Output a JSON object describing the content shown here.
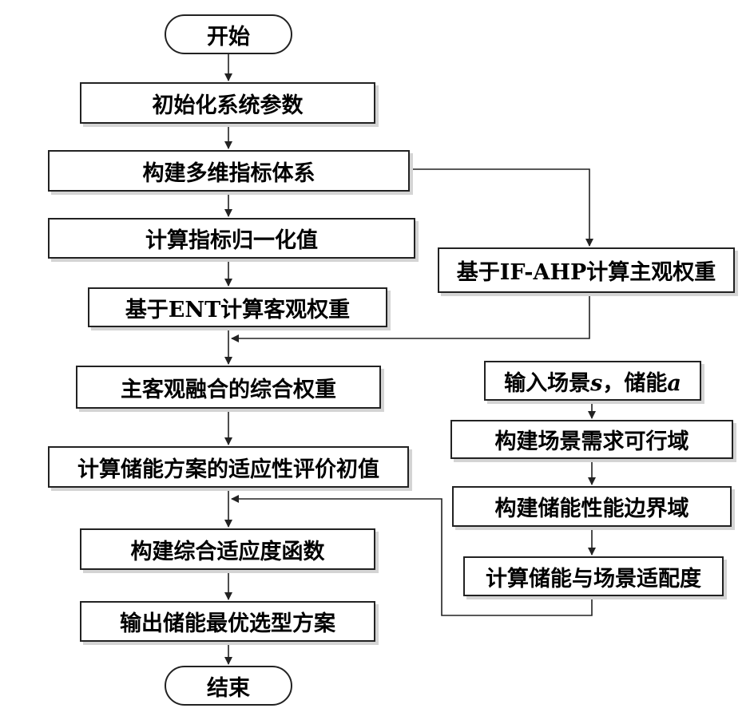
{
  "nodes": {
    "start": "开始",
    "init": "初始化系统参数",
    "build_index": "构建多维指标体系",
    "normalize": "计算指标归一化值",
    "ent_weight": "基于ENT计算客观权重",
    "ifahp_weight": "基于IF-AHP计算主观权重",
    "combined_weight": "主客观融合的综合权重",
    "initial_eval": "计算储能方案的适应性评价初值",
    "fitness_func": "构建综合适应度函数",
    "output": "输出储能最优选型方案",
    "end": "结束",
    "input_scene": {
      "prefix": "输入场景",
      "var1": "s",
      "sep": "，储能",
      "var2": "a"
    },
    "scene_domain": "构建场景需求可行域",
    "storage_domain": "构建储能性能边界域",
    "match_degree": "计算储能与场景适配度"
  },
  "colors": {
    "stroke": "#222222",
    "shadow": "#d4d4d4",
    "background": "#ffffff"
  }
}
